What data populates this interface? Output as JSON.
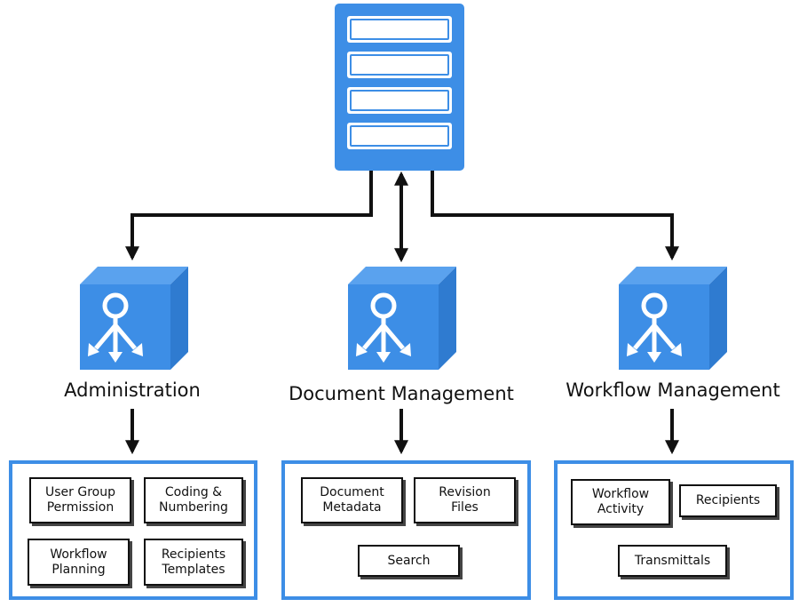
{
  "colors": {
    "accent": "#3d8ee6",
    "line": "#111111"
  },
  "server": {
    "icon": "server-rack-icon",
    "slots": 4
  },
  "modules": [
    {
      "id": "administration",
      "title": "Administration",
      "icon": "distribution-cube-icon",
      "features": [
        "User Group\nPermission",
        "Coding &\nNumbering",
        "Workflow\nPlanning",
        "Recipients\nTemplates"
      ]
    },
    {
      "id": "document-management",
      "title": "Document Management",
      "icon": "distribution-cube-icon",
      "features": [
        "Document\nMetadata",
        "Revision\nFiles",
        "Search"
      ]
    },
    {
      "id": "workflow-management",
      "title": "Workflow Management",
      "icon": "distribution-cube-icon",
      "features": [
        "Workflow\nActivity",
        "Recipients",
        "Transmittals"
      ]
    }
  ]
}
